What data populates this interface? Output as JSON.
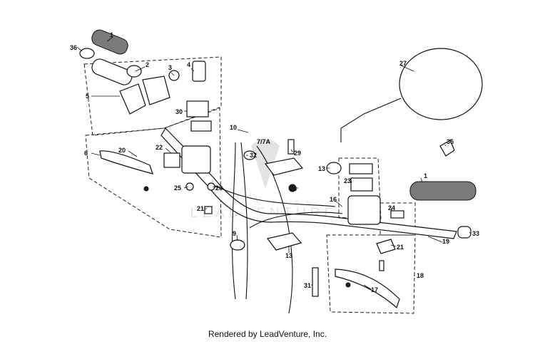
{
  "footer": "Rendered by LeadVenture, Inc.",
  "watermark": "LEADVENTURE",
  "callouts": [
    "1",
    "36",
    "2",
    "3",
    "4",
    "5",
    "30",
    "27",
    "10",
    "7/7A",
    "35",
    "6",
    "20",
    "22",
    "32",
    "29",
    "13",
    "1",
    "23",
    "25",
    "26",
    "28",
    "16",
    "24",
    "21",
    "33",
    "19",
    "9",
    "13",
    "21",
    "31",
    "17",
    "18"
  ]
}
